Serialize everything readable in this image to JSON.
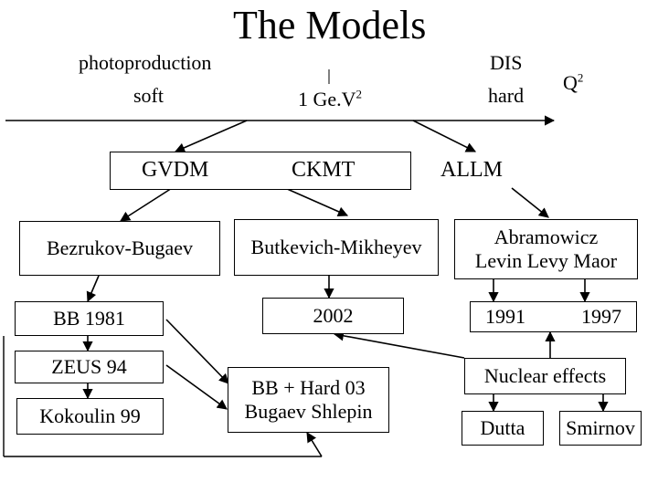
{
  "title": "The Models",
  "scale": {
    "left_top": "photoproduction",
    "left_bottom": "soft",
    "middle": "1 Ge.V",
    "middle_exp": "2",
    "right_top": "DIS",
    "right_bottom": "hard",
    "axis": "Q",
    "axis_exp": "2"
  },
  "categories": {
    "gvdm": "GVDM",
    "ckmt": "CKMT",
    "allm": "ALLM"
  },
  "nodes": {
    "bezrukov_bugaev": "Bezrukov-Bugaev",
    "butkevich_mikheyev": "Butkevich-Mikheyev",
    "abramowicz_line1": "Abramowicz",
    "abramowicz_line2": "Levin Levy Maor",
    "bb1981": "BB 1981",
    "y2002": "2002",
    "y1991": "1991",
    "y1997": "1997",
    "zeus94": "ZEUS 94",
    "kokoulin99": "Kokoulin 99",
    "bbhard_line1": "BB + Hard 03",
    "bbhard_line2": "Bugaev Shlepin",
    "nuclear_effects": "Nuclear effects",
    "dutta": "Dutta",
    "smirnov": "Smirnov"
  }
}
